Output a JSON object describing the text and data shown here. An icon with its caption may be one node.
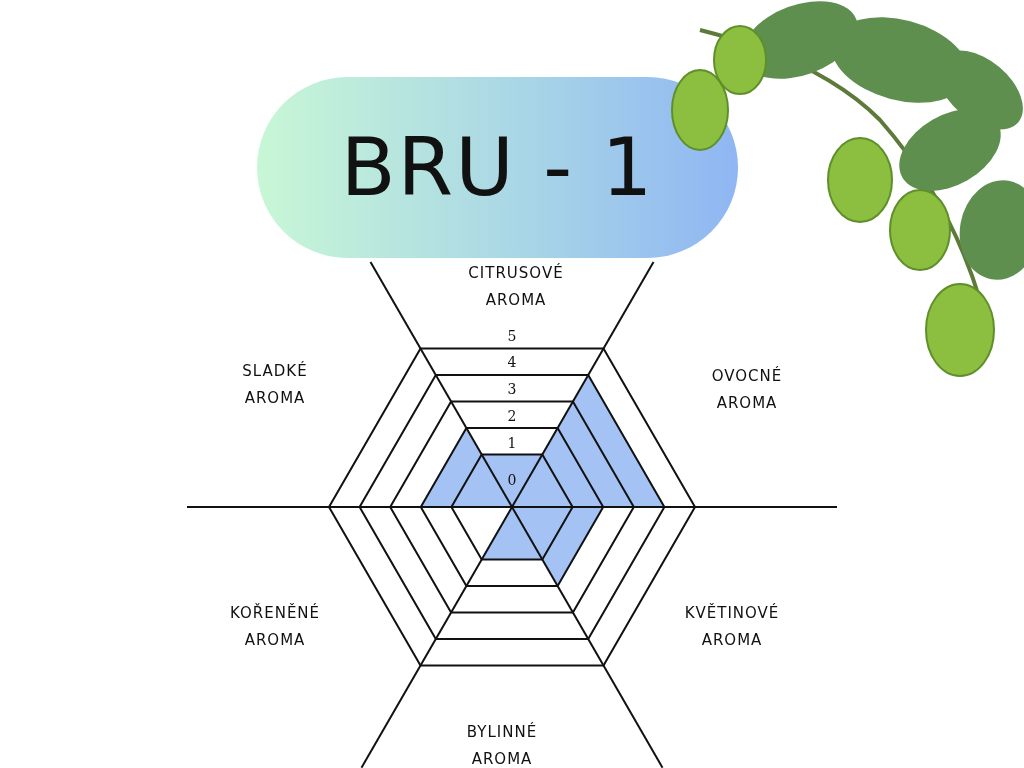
{
  "diagram": {
    "title": "BRU - 1",
    "labels": [
      "CITRUSOVÉ AROMA",
      "5",
      "4",
      "SLADKÉ AROMA",
      "OVOCNÉ AROMA",
      "3",
      "2",
      "1",
      "0",
      "KOŘENĚNÉ AROMA",
      "KVĚTINOVÉ AROMA",
      "BYLINNÉ AROMA"
    ]
  }
}
